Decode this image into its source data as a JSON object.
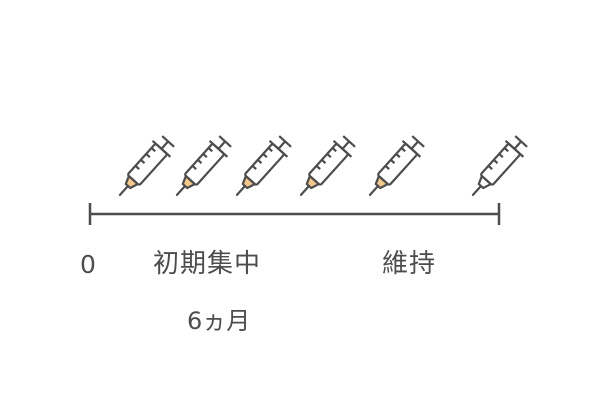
{
  "colors": {
    "line": "#4d4d4d",
    "liquid": "#f5c98b",
    "background": "#ffffff"
  },
  "icons": {
    "syringe": "syringe-icon"
  },
  "injections": [
    {
      "filled": true
    },
    {
      "filled": true
    },
    {
      "filled": true
    },
    {
      "filled": true
    },
    {
      "filled": true
    },
    {
      "filled": false
    }
  ],
  "timeline": {
    "start_label": "0",
    "phase1_label": "初期集中",
    "phase1_duration": "6ヵ月",
    "phase2_label": "維持"
  }
}
